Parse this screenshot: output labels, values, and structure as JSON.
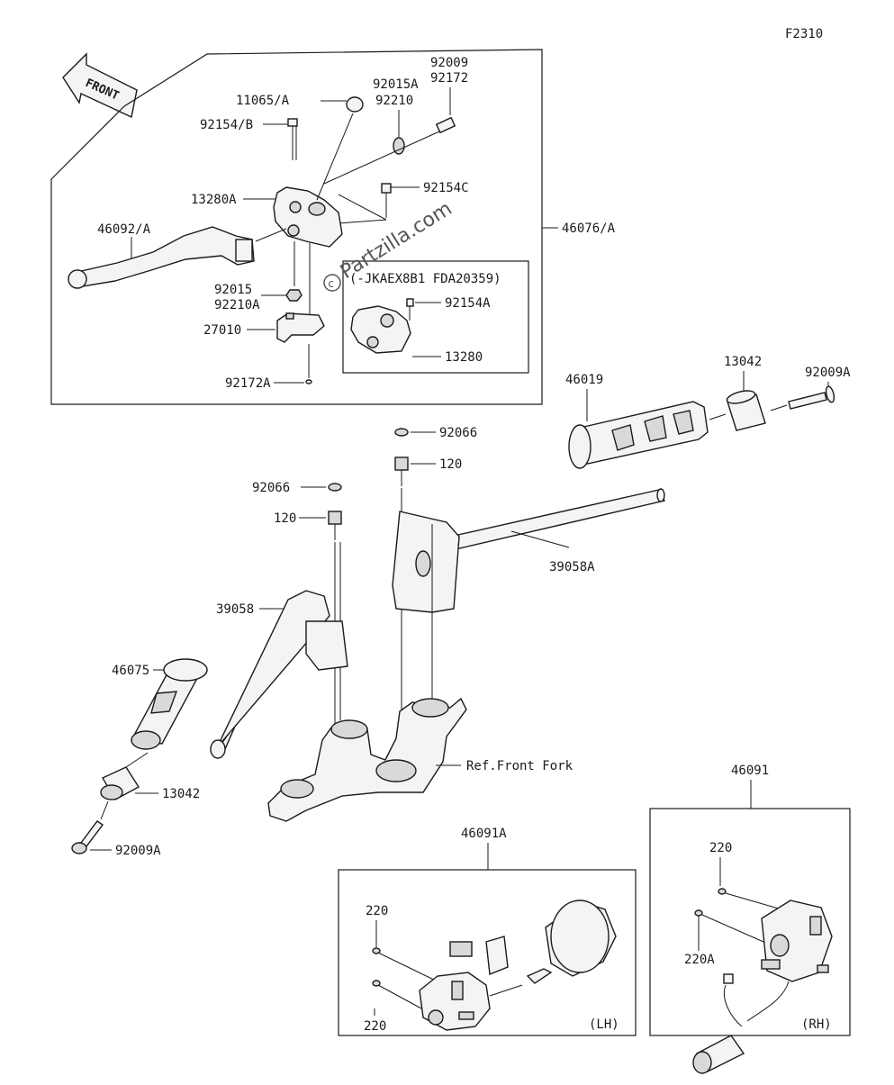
{
  "diagram_code": "F2310",
  "front_label": "FRONT",
  "watermark": "Partzilla.com",
  "subassembly_note": "(-JKAEX8B1 FDA20359)",
  "switch_labels": {
    "lh": "(LH)",
    "rh": "(RH)"
  },
  "part_numbers": {
    "p46076A": "46076/A",
    "p11065A": "11065/A",
    "p92154B": "92154/B",
    "p92015A": "92015A",
    "p92210": "92210",
    "p92009": "92009",
    "p92172": "92172",
    "p92154C": "92154C",
    "p13280A": "13280A",
    "p46092A": "46092/A",
    "p92015": "92015",
    "p92210A": "92210A",
    "p27010": "27010",
    "p92172A": "92172A",
    "p92154A": "92154A",
    "p13280": "13280",
    "p46019": "46019",
    "p13042_top": "13042",
    "p92009A_top": "92009A",
    "p92066_top": "92066",
    "p120_top": "120",
    "p92066_left": "92066",
    "p120_left": "120",
    "p39058A": "39058A",
    "p39058": "39058",
    "p46075": "46075",
    "p13042_bottom": "13042",
    "p92009A_bottom": "92009A",
    "ref_front_fork": "Ref.Front Fork",
    "p46091A": "46091A",
    "p46091": "46091",
    "p220_lh_top": "220",
    "p220_lh_bottom": "220",
    "p220_rh": "220",
    "p220A": "220A"
  }
}
